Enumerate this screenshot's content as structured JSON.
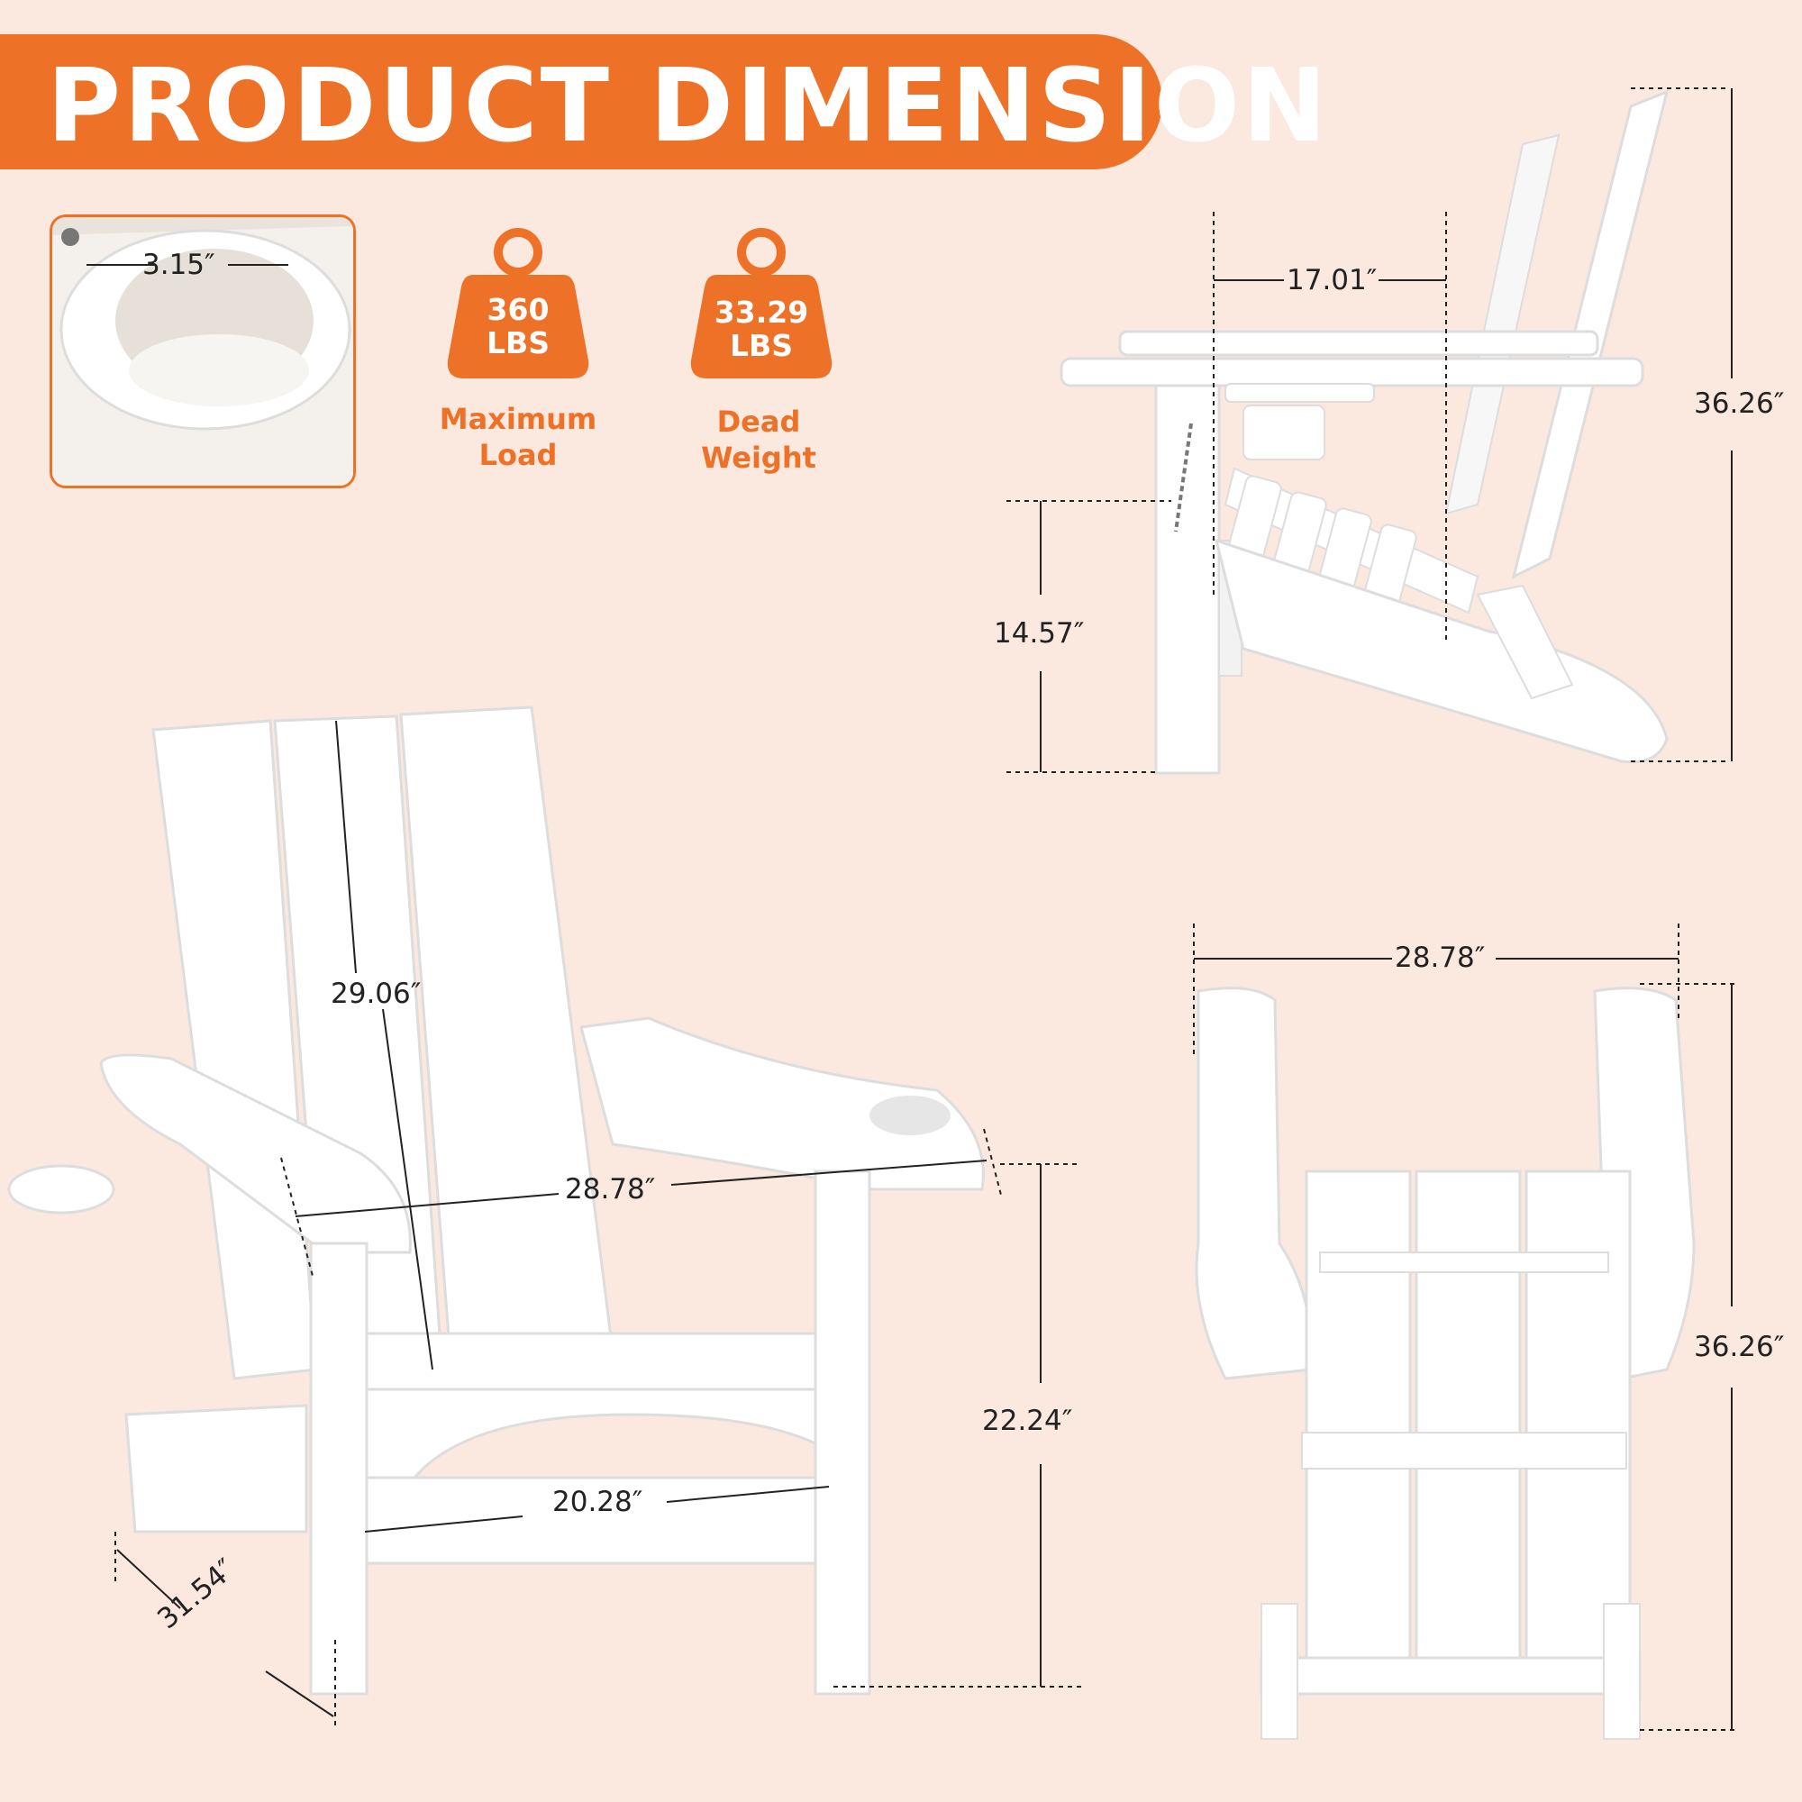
{
  "header": {
    "title": "PRODUCT DIMENSION"
  },
  "cup_holder": {
    "diameter": "3.15″"
  },
  "badges": [
    {
      "value": "360",
      "unit": "LBS",
      "label_line1": "Maximum",
      "label_line2": "Load"
    },
    {
      "value": "33.29",
      "unit": "LBS",
      "label_line1": "Dead",
      "label_line2": "Weight"
    }
  ],
  "side_view": {
    "armrest_depth": "17.01″",
    "seat_height": "14.57″",
    "total_height": "36.26″"
  },
  "front_view": {
    "backrest_height": "29.06″",
    "width": "28.78″",
    "seat_width": "20.28″",
    "arm_height": "22.24″",
    "depth": "31.54″"
  },
  "folded_view": {
    "width": "28.78″",
    "height": "36.26″"
  },
  "colors": {
    "accent": "#ee7128",
    "background": "#fbe8df",
    "chair": "#ffffff"
  }
}
